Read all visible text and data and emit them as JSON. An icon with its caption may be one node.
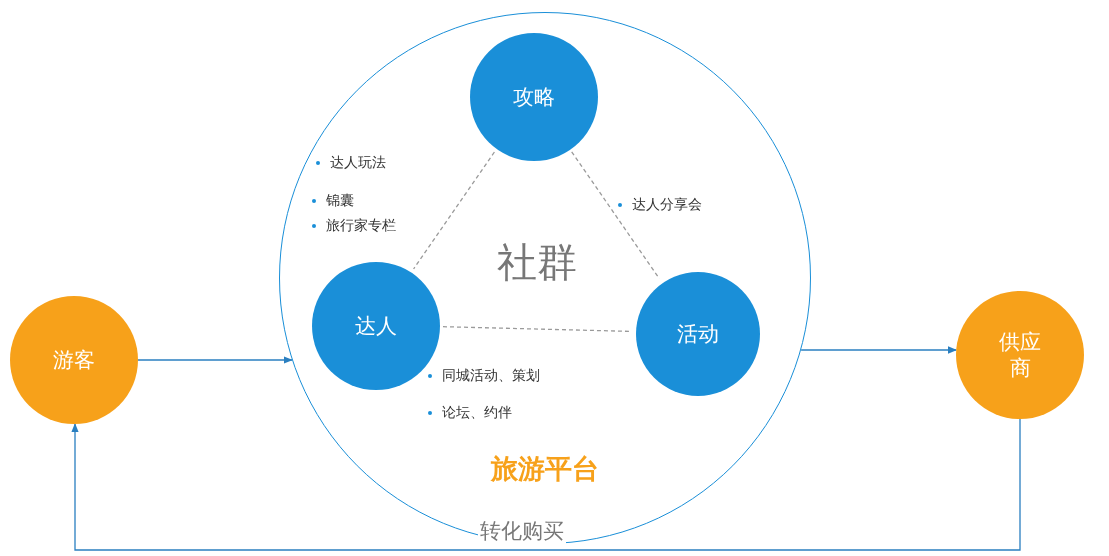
{
  "diagram": {
    "nodes": [
      {
        "text": [
          "旅游平台"
        ]
      },
      {
        "text": [
          "攻略"
        ],
        "in": 0
      },
      {
        "text": [
          "达人"
        ],
        "in": 0
      },
      {
        "text": [
          "活动"
        ],
        "in": 0
      },
      {
        "text": [
          "游客"
        ]
      },
      {
        "text": [
          "供应商"
        ]
      }
    ],
    "edges": [
      {
        "from": 1,
        "to": 2,
        "arrow": "none",
        "style": "dashed"
      },
      {
        "from": 1,
        "to": 3,
        "arrow": "none",
        "style": "dashed"
      },
      {
        "from": 2,
        "to": 3,
        "arrow": "none",
        "style": "dashed"
      },
      {
        "from": 4,
        "to": 0,
        "arrow": "to",
        "color": "#2a7fc0"
      },
      {
        "from": 0,
        "to": 5,
        "arrow": "to",
        "color": "#2a7fc0"
      },
      {
        "from": 5,
        "to": 4,
        "arrow": "to",
        "label": "转化购买",
        "color": "#2a7fc0"
      }
    ],
    "labels": [
      "达人玩法",
      "锦囊",
      "旅行家专栏",
      "达人分享会",
      "社群",
      "同城活动、策划",
      "论坛、约伴"
    ]
  }
}
